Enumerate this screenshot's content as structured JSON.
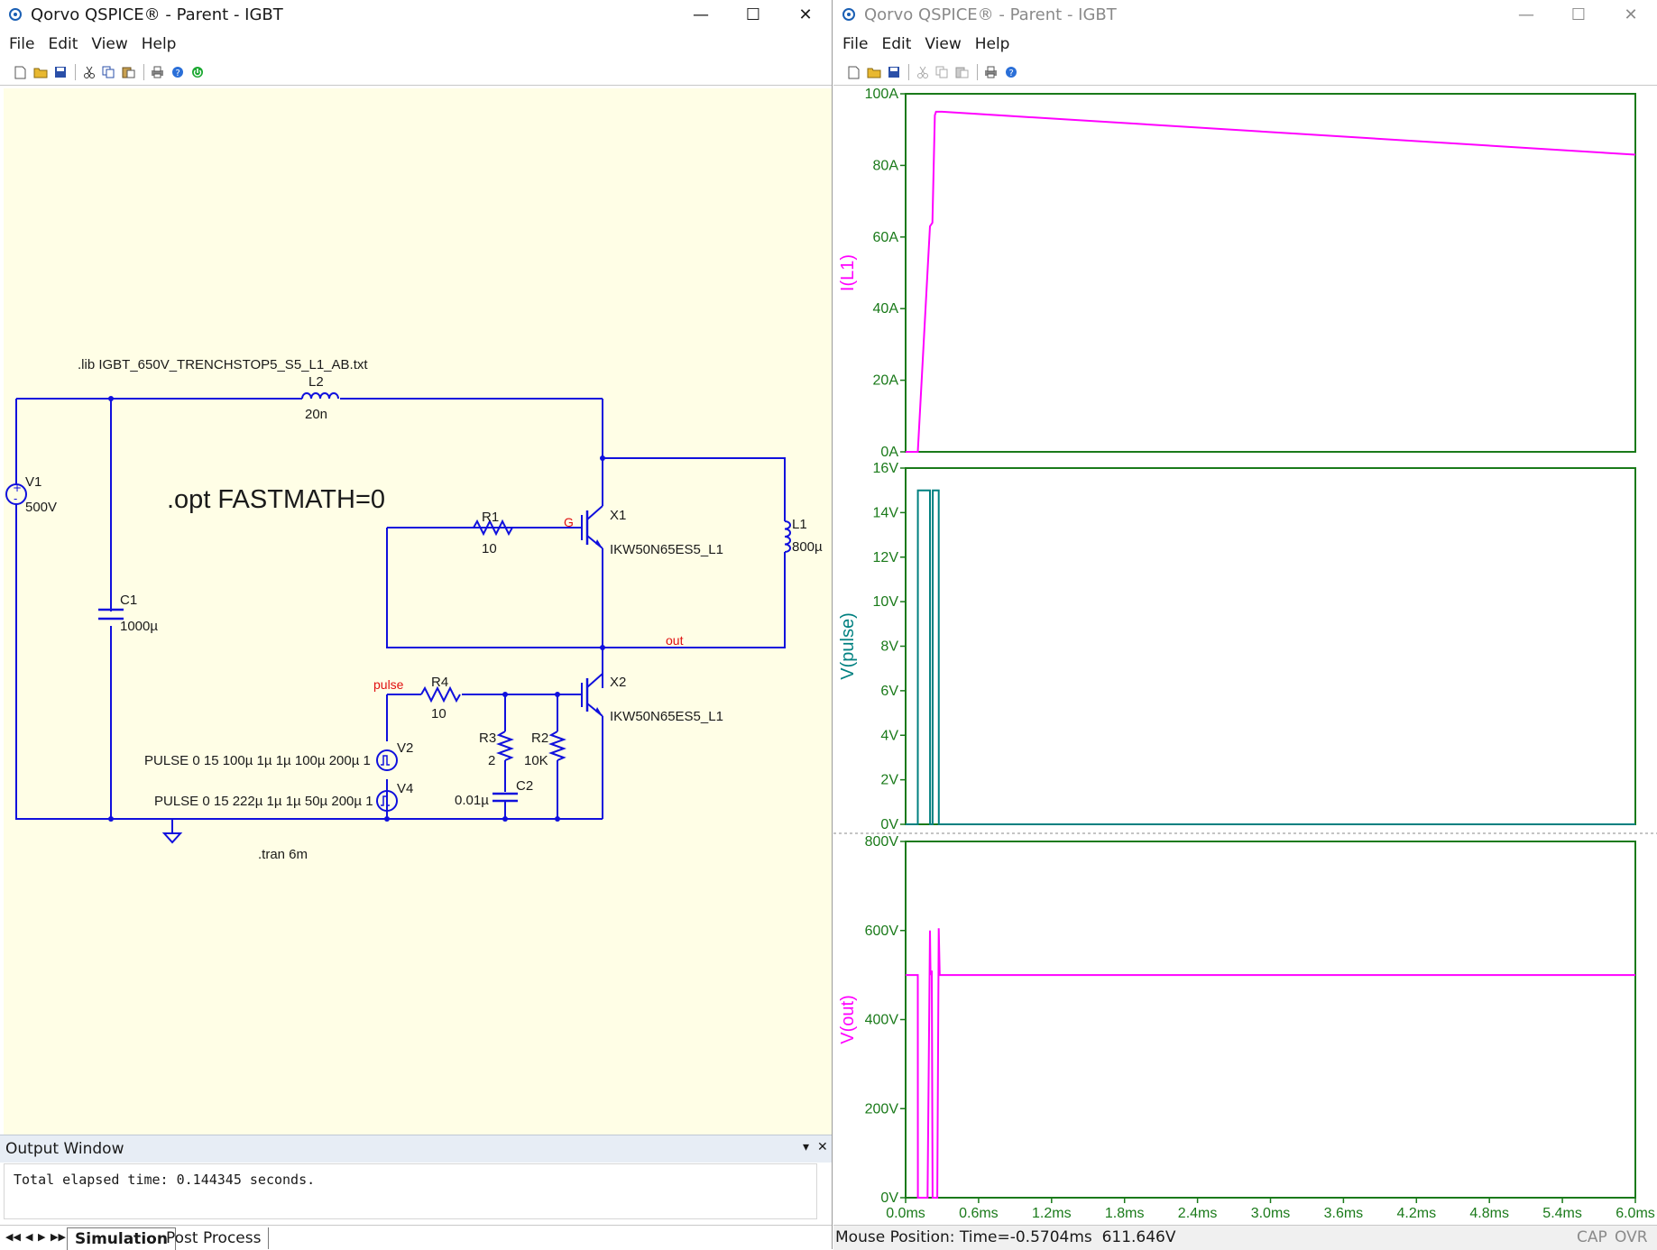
{
  "left_window": {
    "title": "Qorvo QSPICE® - Parent - IGBT",
    "menu": [
      "File",
      "Edit",
      "View",
      "Help"
    ],
    "toolbar_icons": [
      "new-file-icon",
      "open-folder-icon",
      "save-icon",
      "cut-icon",
      "copy-icon",
      "paste-icon",
      "print-icon",
      "help-icon",
      "run-icon"
    ],
    "schematic": {
      "lib_directive": ".lib IGBT_650V_TRENCHSTOP5_S5_L1_AB.txt",
      "opt_directive": ".opt FASTMATH=0",
      "tran_directive": ".tran 6m",
      "components": {
        "L2": {
          "name": "L2",
          "value": "20n"
        },
        "V1": {
          "name": "V1",
          "value": "500V"
        },
        "C1": {
          "name": "C1",
          "value": "1000µ"
        },
        "R1": {
          "name": "R1",
          "value": "10"
        },
        "X1": {
          "name": "X1",
          "model": "IKW50N65ES5_L1"
        },
        "L1": {
          "name": "L1",
          "value": "800µ"
        },
        "R4": {
          "name": "R4",
          "value": "10"
        },
        "X2": {
          "name": "X2",
          "model": "IKW50N65ES5_L1"
        },
        "R3": {
          "name": "R3",
          "value": "2"
        },
        "R2": {
          "name": "R2",
          "value": "10K"
        },
        "C2": {
          "name": "C2",
          "value": "0.01µ"
        },
        "V2": {
          "name": "V2",
          "value": "PULSE 0 15 100µ 1µ 1µ 100µ 200µ 1"
        },
        "V4": {
          "name": "V4",
          "value": "PULSE 0 15 222µ 1µ 1µ 50µ 200µ 1"
        }
      },
      "net_labels": {
        "g": "G",
        "out": "out",
        "pulse": "pulse"
      }
    },
    "output_window": {
      "title": "Output Window",
      "text": "Total elapsed time: 0.144345 seconds."
    },
    "tabs": [
      {
        "label": "Simulation",
        "active": true
      },
      {
        "label": "Post Process",
        "active": false
      }
    ]
  },
  "right_window": {
    "title": "Qorvo QSPICE® - Parent - IGBT",
    "menu": [
      "File",
      "Edit",
      "View",
      "Help"
    ],
    "toolbar_icons": [
      "new-file-icon",
      "open-folder-icon",
      "save-icon",
      "cut-icon",
      "copy-icon",
      "paste-icon",
      "print-icon",
      "help-icon"
    ],
    "status": {
      "mouse_position": "Mouse Position: Time=-0.5704ms  611.646V",
      "cap": "CAP",
      "ovr": "OVR"
    }
  },
  "colors": {
    "trace_current": "#ff00ff",
    "trace_pulse": "#008080",
    "trace_out": "#ff00ff",
    "axis": "#1a7a1a",
    "wire": "#1010dd"
  },
  "chart_data": [
    {
      "type": "line",
      "ylabel": "I(L1)",
      "ylim": [
        0,
        100
      ],
      "yticks": [
        "0A",
        "20A",
        "40A",
        "60A",
        "80A",
        "100A"
      ],
      "series": [
        {
          "x": [
            0,
            0.1,
            0.2,
            0.22,
            0.24,
            0.25,
            0.3,
            6.0
          ],
          "y": [
            0,
            0,
            63,
            64,
            94,
            95,
            95,
            83
          ]
        }
      ]
    },
    {
      "type": "line",
      "ylabel": "V(pulse)",
      "ylim": [
        0,
        16
      ],
      "yticks": [
        "0V",
        "2V",
        "4V",
        "6V",
        "8V",
        "10V",
        "12V",
        "14V",
        "16V"
      ],
      "series": [
        {
          "x": [
            0,
            0.1,
            0.101,
            0.2,
            0.201,
            0.222,
            0.223,
            0.272,
            0.273,
            6.0
          ],
          "y": [
            0,
            0,
            15,
            15,
            0,
            0,
            15,
            15,
            0,
            0
          ]
        }
      ]
    },
    {
      "type": "line",
      "ylabel": "V(out)",
      "ylim": [
        0,
        800
      ],
      "xlim": [
        0,
        6
      ],
      "yticks": [
        "0V",
        "200V",
        "400V",
        "600V",
        "800V"
      ],
      "xticks": [
        "0.0ms",
        "0.6ms",
        "1.2ms",
        "1.8ms",
        "2.4ms",
        "3.0ms",
        "3.6ms",
        "4.2ms",
        "4.8ms",
        "5.4ms",
        "6.0ms"
      ],
      "series": [
        {
          "x": [
            0,
            0.1,
            0.101,
            0.18,
            0.2,
            0.205,
            0.215,
            0.222,
            0.223,
            0.26,
            0.272,
            0.28,
            0.3,
            6.0
          ],
          "y": [
            500,
            500,
            0,
            0,
            600,
            500,
            510,
            0,
            0,
            0,
            605,
            500,
            500,
            500
          ]
        }
      ]
    }
  ]
}
